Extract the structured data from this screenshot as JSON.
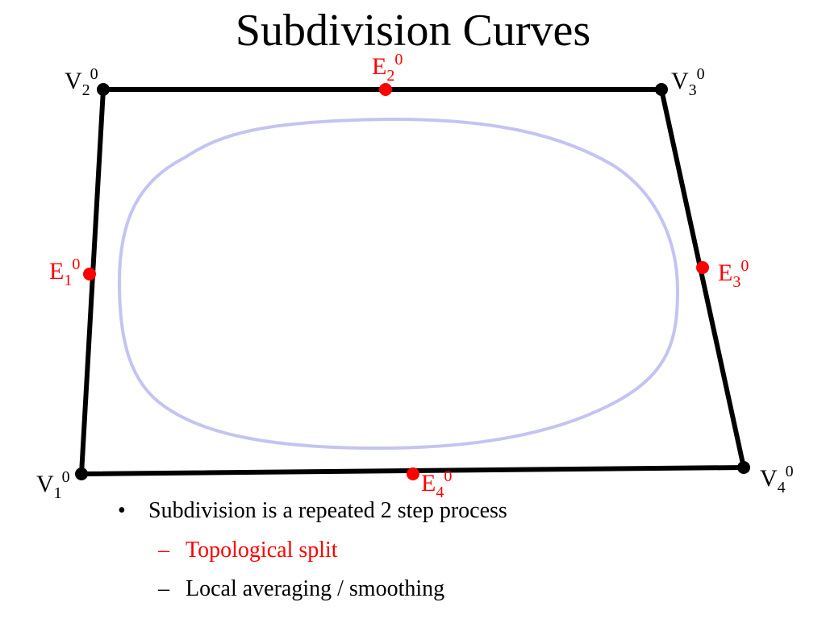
{
  "title": "Subdivision Curves",
  "diagram": {
    "vertices": [
      {
        "id": "v1",
        "base": "V",
        "sub": "1",
        "sup": "0",
        "color": "#000000"
      },
      {
        "id": "v2",
        "base": "V",
        "sub": "2",
        "sup": "0",
        "color": "#000000"
      },
      {
        "id": "v3",
        "base": "V",
        "sub": "3",
        "sup": "0",
        "color": "#000000"
      },
      {
        "id": "v4",
        "base": "V",
        "sub": "4",
        "sup": "0",
        "color": "#000000"
      }
    ],
    "edge_points": [
      {
        "id": "e1",
        "base": "E",
        "sub": "1",
        "sup": "0",
        "color": "#ff0000"
      },
      {
        "id": "e2",
        "base": "E",
        "sub": "2",
        "sup": "0",
        "color": "#ff0000"
      },
      {
        "id": "e3",
        "base": "E",
        "sub": "3",
        "sup": "0",
        "color": "#ff0000"
      },
      {
        "id": "e4",
        "base": "E",
        "sub": "4",
        "sup": "0",
        "color": "#ff0000"
      }
    ],
    "polygon_color": "#000000",
    "curve_color": "#c4c4f2"
  },
  "bullets": {
    "main": {
      "marker": "•",
      "text": "Subdivision is a repeated 2 step process"
    },
    "sub": [
      {
        "marker": "–",
        "text": "Topological split",
        "color": "#ff0000"
      },
      {
        "marker": "–",
        "text": "Local averaging / smoothing",
        "color": "#000000"
      }
    ]
  }
}
